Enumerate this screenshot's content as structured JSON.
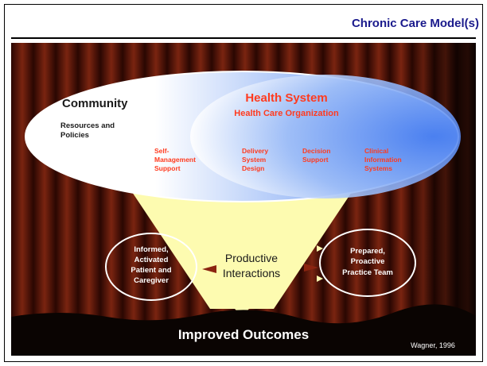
{
  "header": {
    "title": "Chronic Care Model(s)"
  },
  "diagram": {
    "community": {
      "title": "Community",
      "subtitle_line1": "Resources and",
      "subtitle_line2": "Policies"
    },
    "health_system": {
      "title": "Health System",
      "subtitle": "Health Care Organization"
    },
    "components": [
      {
        "line1": "Self-",
        "line2": "Management",
        "line3": "Support"
      },
      {
        "line1": "Delivery",
        "line2": "System",
        "line3": "Design"
      },
      {
        "line1": "Decision",
        "line2": "Support",
        "line3": ""
      },
      {
        "line1": "Clinical",
        "line2": "Information",
        "line3": "Systems"
      }
    ],
    "patient": {
      "line1": "Informed,",
      "line2": "Activated",
      "line3": "Patient and",
      "line4": "Caregiver"
    },
    "team": {
      "line1": "Prepared,",
      "line2": "Proactive",
      "line3": "Practice Team"
    },
    "interactions": {
      "line1": "Productive",
      "line2": "Interactions"
    },
    "outcomes": "Improved Outcomes",
    "citation": "Wagner, 1996",
    "colors": {
      "curtain": "#5a1a0c",
      "funnel": "#fdfbb0",
      "health_text": "#ff3b1f",
      "ellipse_blue": "#5a8cf0",
      "title_blue": "#1a1a8c"
    }
  }
}
